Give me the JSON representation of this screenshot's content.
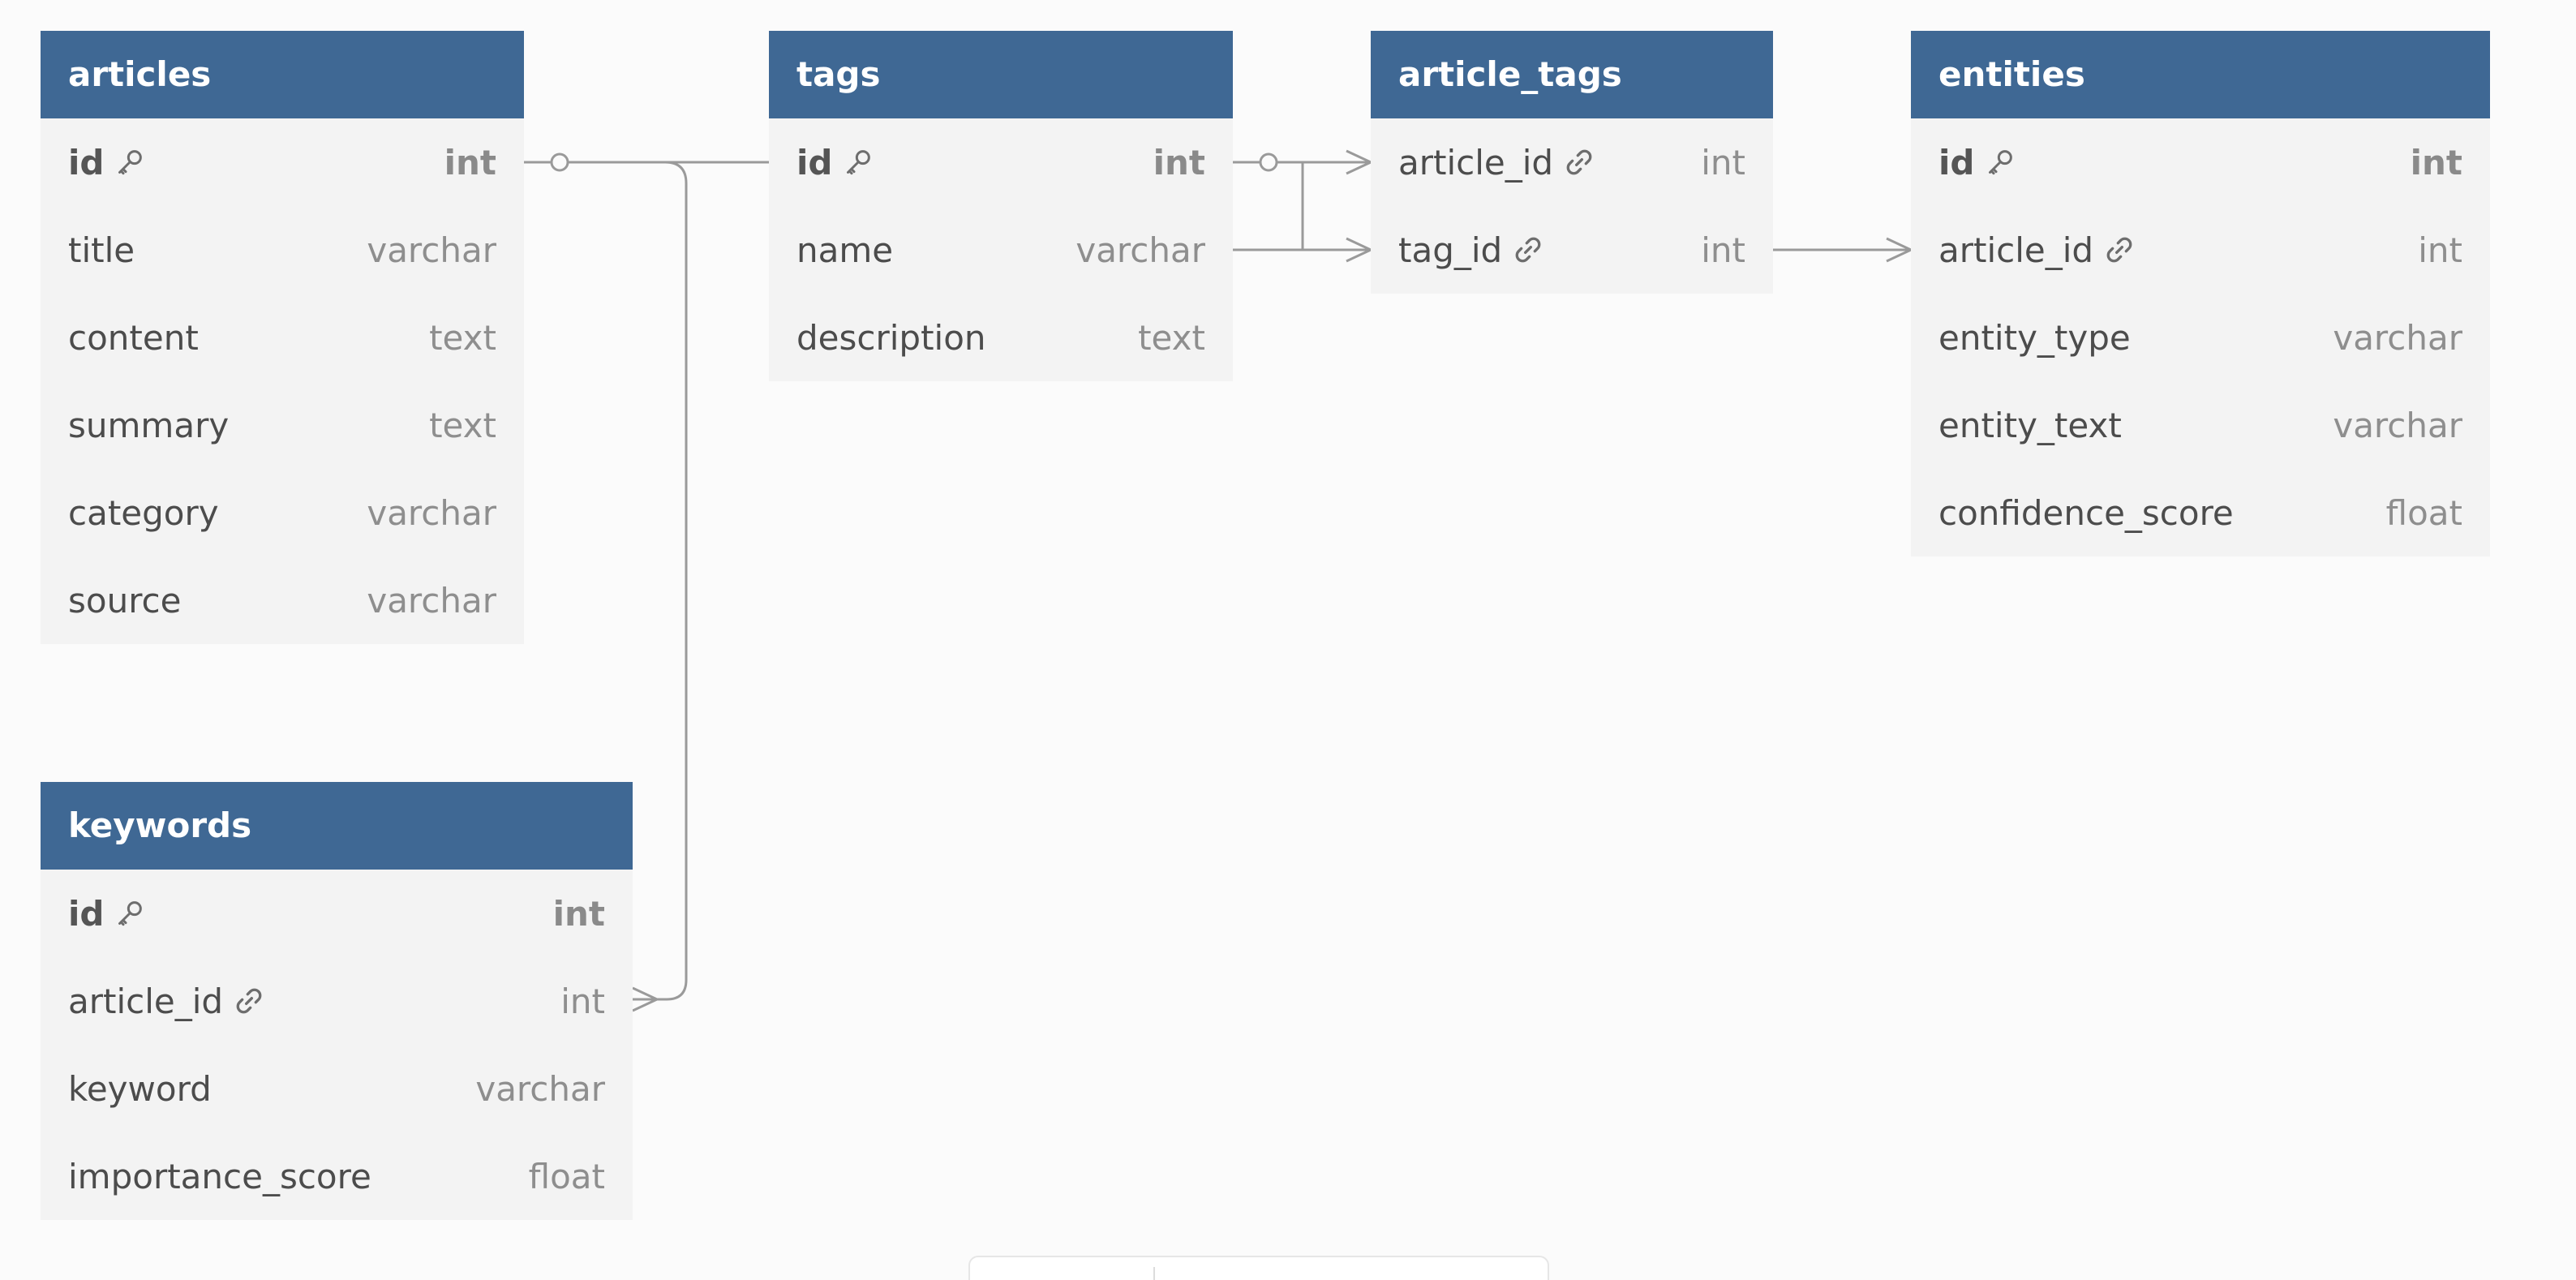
{
  "tables": {
    "articles": {
      "name": "articles",
      "columns": [
        {
          "name": "id",
          "type": "int",
          "key": "primary"
        },
        {
          "name": "title",
          "type": "varchar"
        },
        {
          "name": "content",
          "type": "text"
        },
        {
          "name": "summary",
          "type": "text"
        },
        {
          "name": "category",
          "type": "varchar"
        },
        {
          "name": "source",
          "type": "varchar"
        }
      ]
    },
    "tags": {
      "name": "tags",
      "columns": [
        {
          "name": "id",
          "type": "int",
          "key": "primary"
        },
        {
          "name": "name",
          "type": "varchar"
        },
        {
          "name": "description",
          "type": "text"
        }
      ]
    },
    "article_tags": {
      "name": "article_tags",
      "columns": [
        {
          "name": "article_id",
          "type": "int",
          "key": "foreign"
        },
        {
          "name": "tag_id",
          "type": "int",
          "key": "foreign"
        }
      ]
    },
    "entities": {
      "name": "entities",
      "columns": [
        {
          "name": "id",
          "type": "int",
          "key": "primary"
        },
        {
          "name": "article_id",
          "type": "int",
          "key": "foreign"
        },
        {
          "name": "entity_type",
          "type": "varchar"
        },
        {
          "name": "entity_text",
          "type": "varchar"
        },
        {
          "name": "confidence_score",
          "type": "float"
        }
      ]
    },
    "keywords": {
      "name": "keywords",
      "columns": [
        {
          "name": "id",
          "type": "int",
          "key": "primary"
        },
        {
          "name": "article_id",
          "type": "int",
          "key": "foreign"
        },
        {
          "name": "keyword",
          "type": "varchar"
        },
        {
          "name": "importance_score",
          "type": "float"
        }
      ]
    }
  },
  "relationships": [
    {
      "from": "articles.id",
      "to": "keywords.article_id",
      "from_end": "one",
      "to_end": "many"
    },
    {
      "from": "articles.id",
      "to": "article_tags.tag_id",
      "from_end": "one",
      "to_end": "many"
    },
    {
      "from": "tags.id",
      "to": "article_tags.article_id",
      "from_end": "one",
      "to_end": "many"
    },
    {
      "from": "article_tags.tag_id",
      "to": "entities.article_id",
      "from_end": "one",
      "to_end": "many"
    }
  ],
  "colors": {
    "header_bg": "#3f6894",
    "header_text": "#ffffff",
    "body_bg": "#f3f3f3",
    "canvas_bg": "#fbfbfb",
    "connector": "#9a9a9a"
  },
  "icons": {
    "primary_key": "key-icon",
    "foreign_key": "link-icon"
  }
}
